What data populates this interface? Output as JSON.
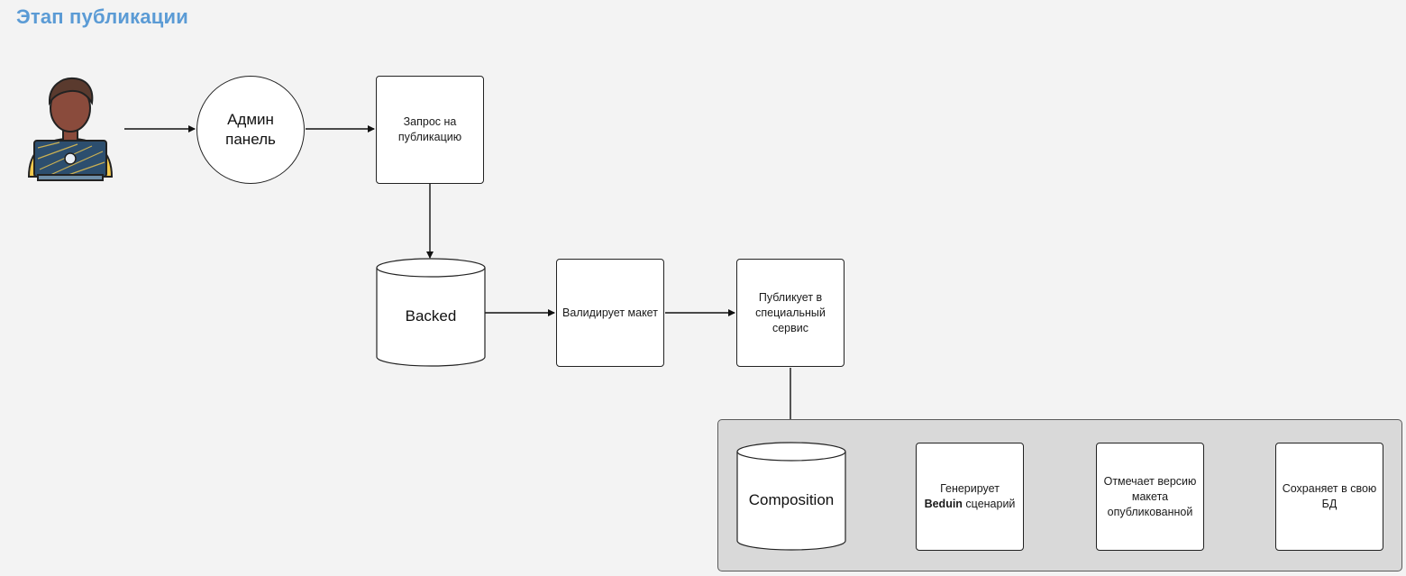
{
  "title": "Этап публикации",
  "nodes": {
    "admin_panel": "Админ панель",
    "publish_request": "Запрос на публикацию",
    "backend": "Backed",
    "validates": "Валидирует макет",
    "publishes": "Публикует в специальный сервис",
    "composition": "Composition",
    "generates_pre": "Генерирует",
    "generates_bold": "Beduin",
    "generates_post": "сценарий",
    "marks": "Отмечает версию макета опубликованной",
    "saves": "Сохраняет в свою БД"
  },
  "colors": {
    "title": "#5b9bd5",
    "background": "#f3f3f3",
    "group_fill": "#d9d9d9"
  },
  "icons": {
    "user": "user-with-laptop-icon"
  }
}
